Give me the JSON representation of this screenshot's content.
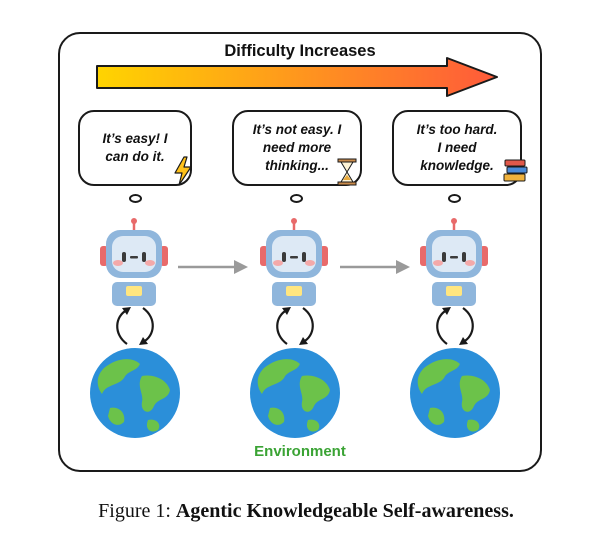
{
  "header": {
    "title": "Difficulty Increases"
  },
  "bubbles": [
    {
      "line1": "It’s easy! I",
      "line2": "can do it.",
      "line3": "",
      "icon": "lightning-icon"
    },
    {
      "line1": "It’s not easy. I",
      "line2": "need more",
      "line3": "thinking...",
      "icon": "hourglass-icon"
    },
    {
      "line1": "It’s too hard.",
      "line2": "I need",
      "line3": "knowledge.",
      "icon": "books-icon"
    }
  ],
  "environment": {
    "label": "Environment"
  },
  "caption": {
    "prefix": "Figure 1: ",
    "title": "Agentic Knowledgeable Self-awareness."
  },
  "colors": {
    "gradient_start": "#ffd400",
    "gradient_end": "#ff5a3a",
    "environment_label": "#3aa334",
    "robot_body": "#8fb6dc",
    "globe_ocean": "#2b8fd9",
    "globe_land": "#6cc24a"
  }
}
